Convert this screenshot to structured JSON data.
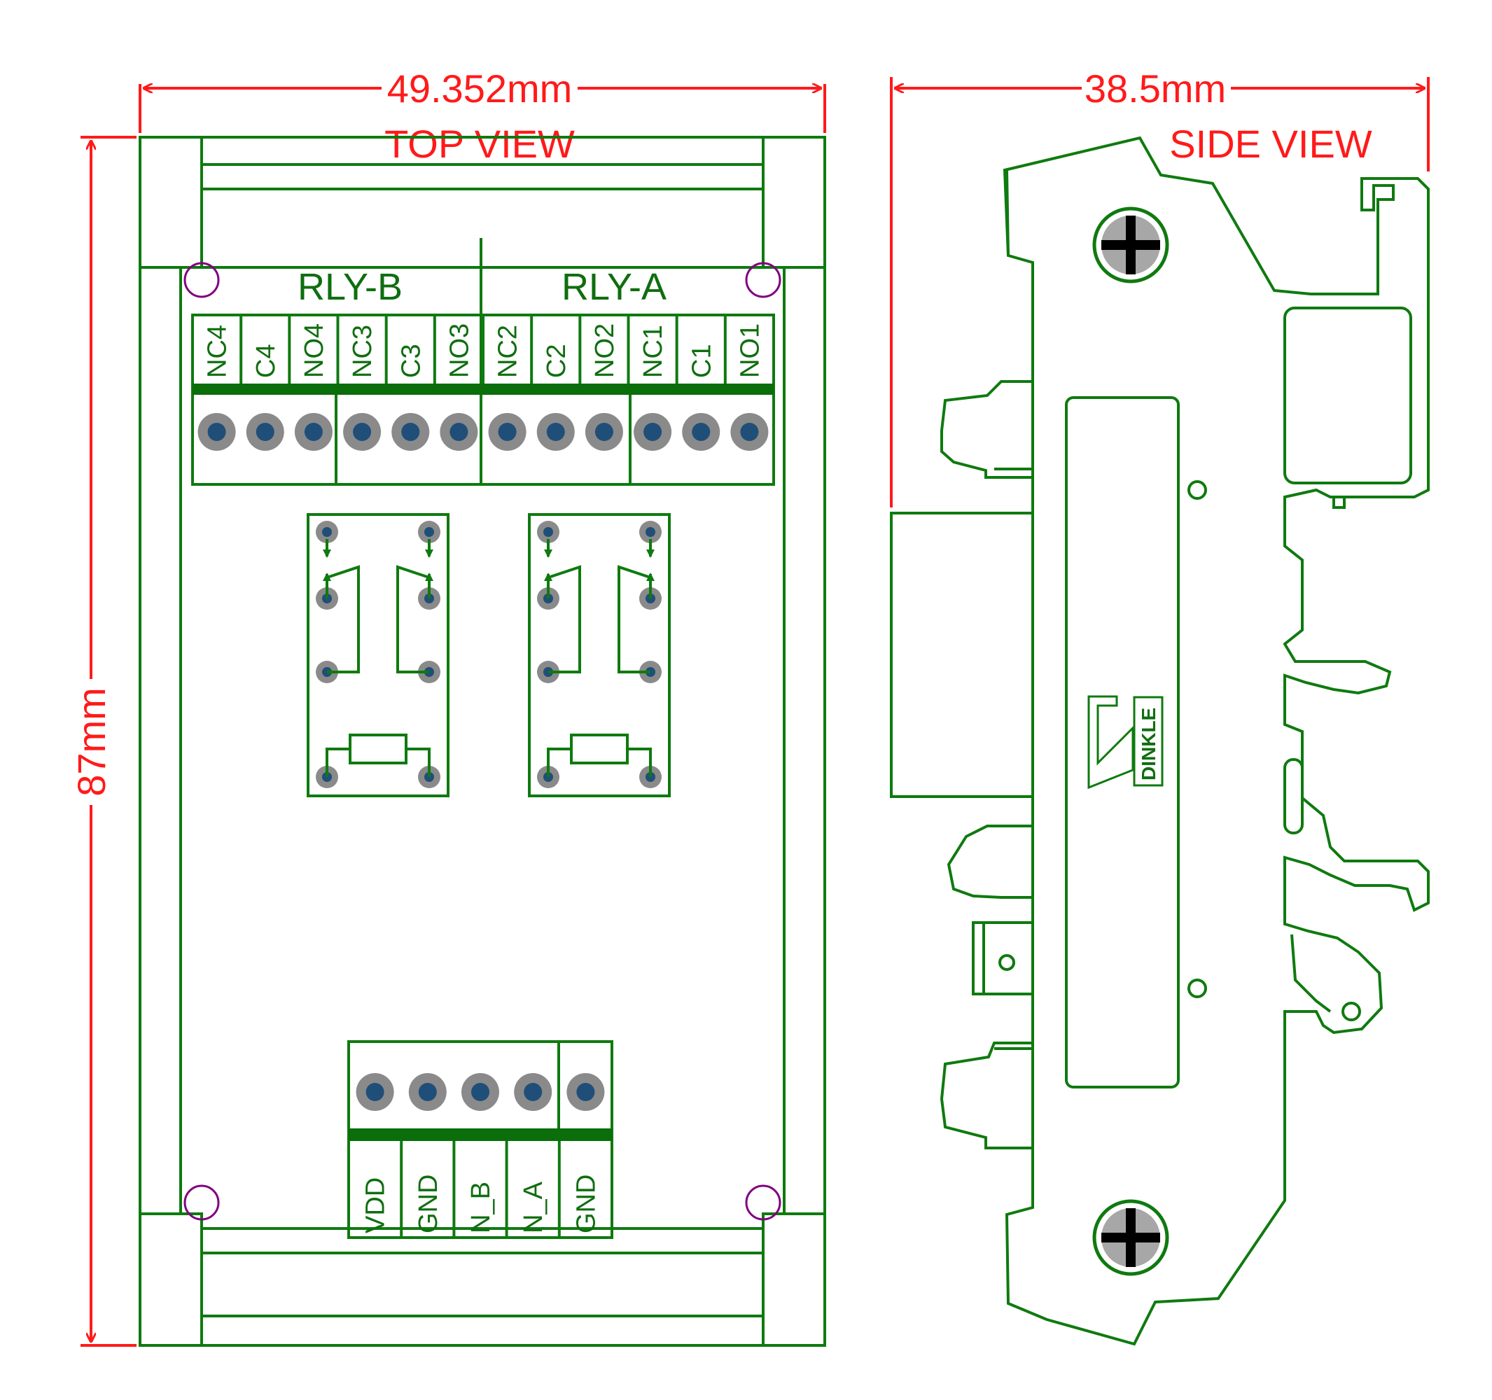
{
  "top_view": {
    "title": "TOP VIEW",
    "width_dim": "49.352mm",
    "height_dim": "87mm",
    "groups": [
      "RLY-B",
      "RLY-A"
    ],
    "top_terminals": [
      "NC4",
      "C4",
      "NO4",
      "NC3",
      "C3",
      "NO3",
      "NC2",
      "C2",
      "NO2",
      "NC1",
      "C1",
      "NO1"
    ],
    "bottom_terminals": [
      "VDD",
      "GND",
      "N_B",
      "N_A",
      "GND"
    ]
  },
  "side_view": {
    "title": "SIDE VIEW",
    "width_dim": "38.5mm",
    "logo": "DINKLE"
  },
  "colors": {
    "outline": "#0f7a0f",
    "dimension": "#ff1a1a",
    "terminal_strip": "#0a6e0a",
    "pin_outer": "#8a8a8a",
    "pin_inner": "#1f4e79",
    "mount_hole": "#800080"
  }
}
